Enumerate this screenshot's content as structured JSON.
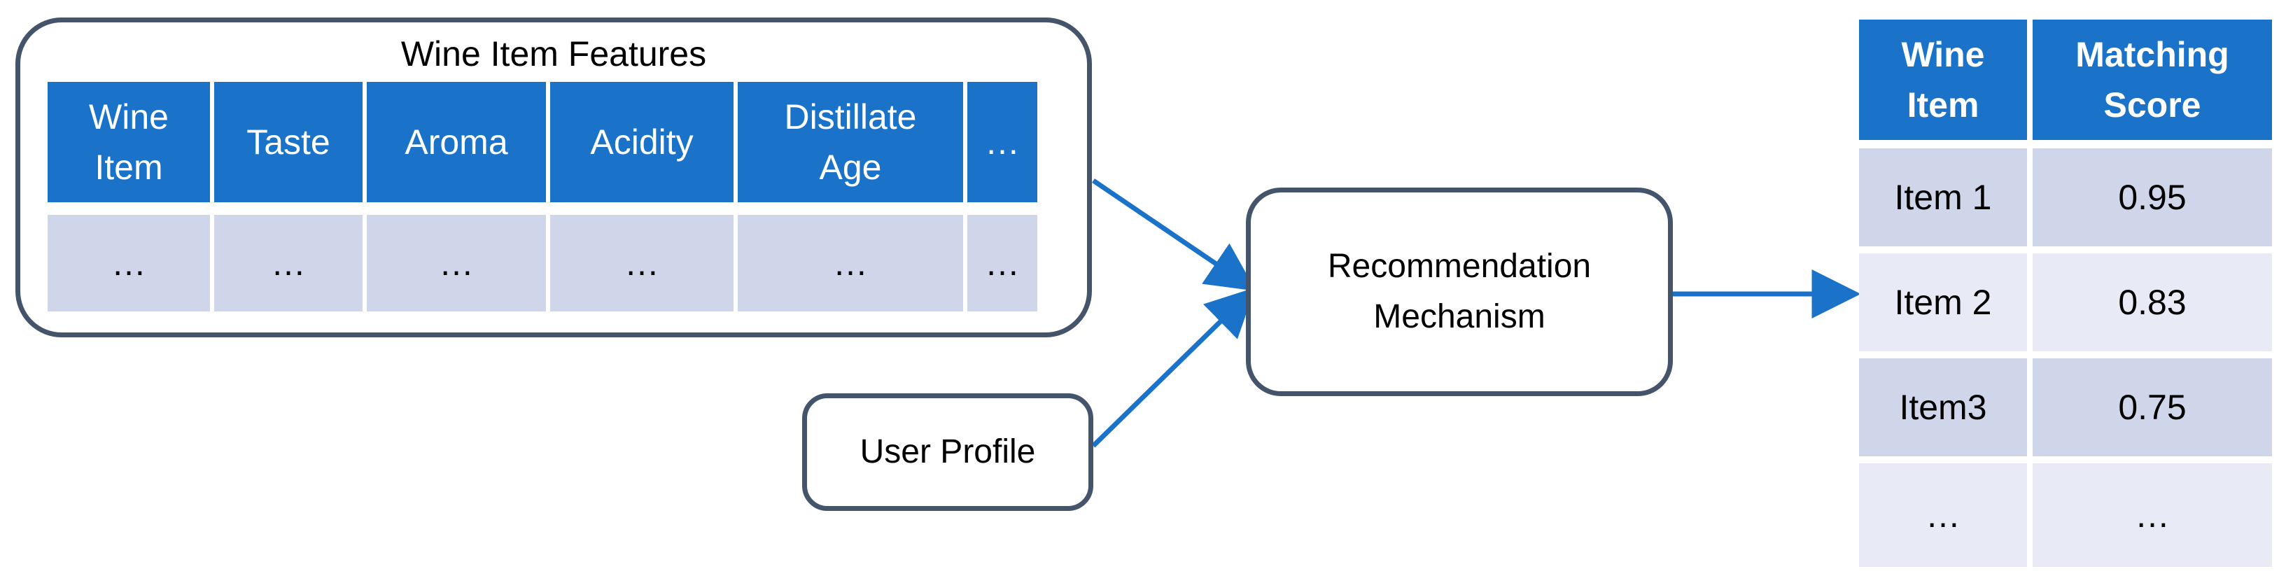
{
  "features_box": {
    "title": "Wine Item Features",
    "headers": [
      "Wine\nItem",
      "Taste",
      "Aroma",
      "Acidity",
      "Distillate\nAge",
      "…"
    ],
    "values": [
      "…",
      "…",
      "…",
      "…",
      "…",
      "…"
    ]
  },
  "user_profile": {
    "label": "User Profile"
  },
  "mechanism": {
    "label": "Recommendation\nMechanism"
  },
  "results_table": {
    "headers": [
      "Wine\nItem",
      "Matching\nScore"
    ],
    "rows": [
      [
        "Item 1",
        "0.95"
      ],
      [
        "Item 2",
        "0.83"
      ],
      [
        "Item3",
        "0.75"
      ],
      [
        "…",
        "…"
      ]
    ]
  },
  "colors": {
    "header_fill": "#1a73c9",
    "row_fill": "#cfd6ea",
    "row_alt_fill": "#e8ebf5",
    "box_border": "#44546a",
    "arrow": "#1a73c9"
  }
}
